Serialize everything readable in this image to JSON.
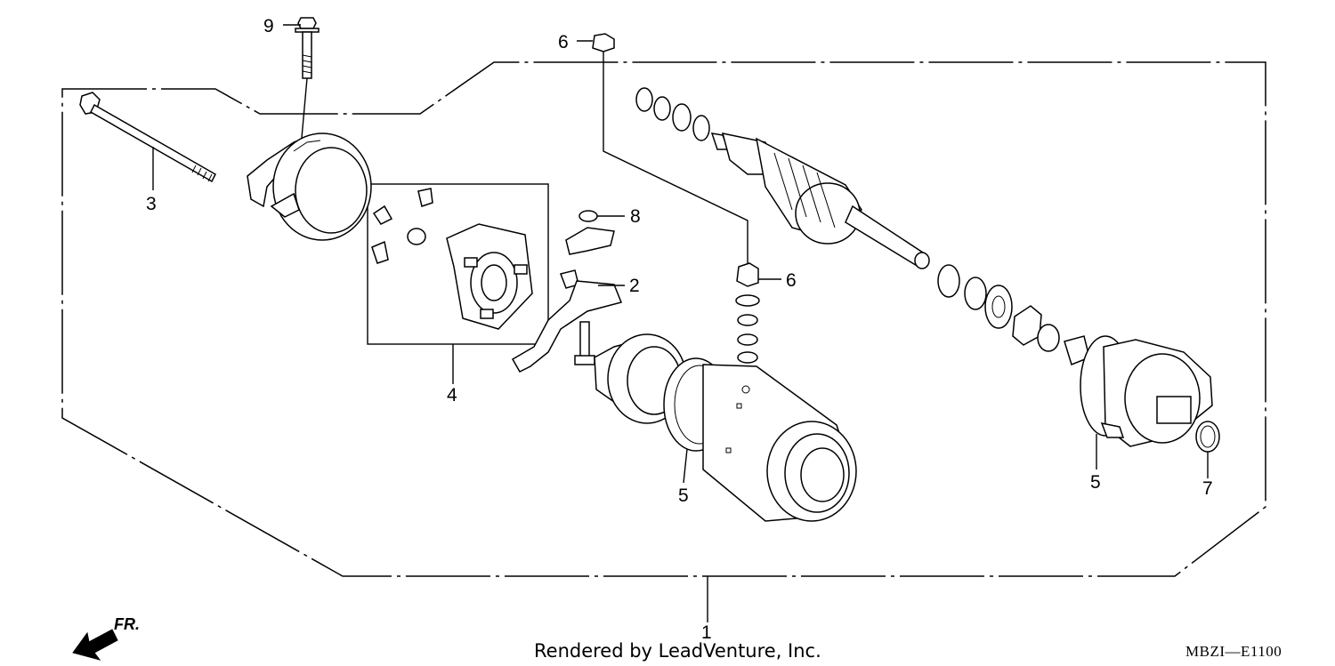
{
  "callouts": [
    {
      "number": "9",
      "part": "bolt"
    },
    {
      "number": "6",
      "part": "nut-top"
    },
    {
      "number": "3",
      "part": "through-bolt"
    },
    {
      "number": "8",
      "part": "washer"
    },
    {
      "number": "2",
      "part": "brush-terminal"
    },
    {
      "number": "6",
      "part": "nut-stack"
    },
    {
      "number": "4",
      "part": "brush-holder-set"
    },
    {
      "number": "5",
      "part": "o-ring-yoke"
    },
    {
      "number": "5",
      "part": "o-ring-cover"
    },
    {
      "number": "7",
      "part": "seal"
    },
    {
      "number": "1",
      "part": "starter-assembly"
    }
  ],
  "footer": {
    "credit": "Rendered by LeadVenture, Inc.",
    "diagram_code": "MBZI—E1100"
  },
  "direction_indicator": {
    "label": "FR."
  },
  "icons": [
    "front-direction-arrow-icon"
  ],
  "colors": {
    "ink": "#000000",
    "paper": "#ffffff"
  }
}
